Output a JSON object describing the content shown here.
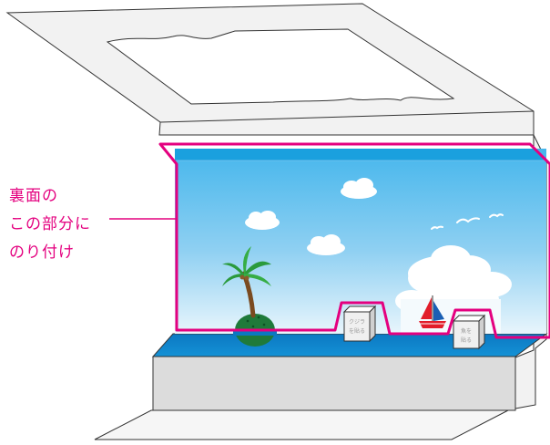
{
  "callout": {
    "lines": [
      "裏面の",
      "この部分に",
      "のり付け"
    ]
  },
  "box_labels": {
    "whale": [
      "クジラ",
      "を貼る"
    ],
    "fish": [
      "魚を",
      "貼る"
    ]
  },
  "colors": {
    "accent": "#e4007f",
    "water": "#0a82c8",
    "sky_top": "#1aa3e0",
    "sky_bottom": "#e6f4fc",
    "card": "#f0f0f0",
    "card_stroke": "#333333",
    "base_front": "#dcdcdc"
  }
}
